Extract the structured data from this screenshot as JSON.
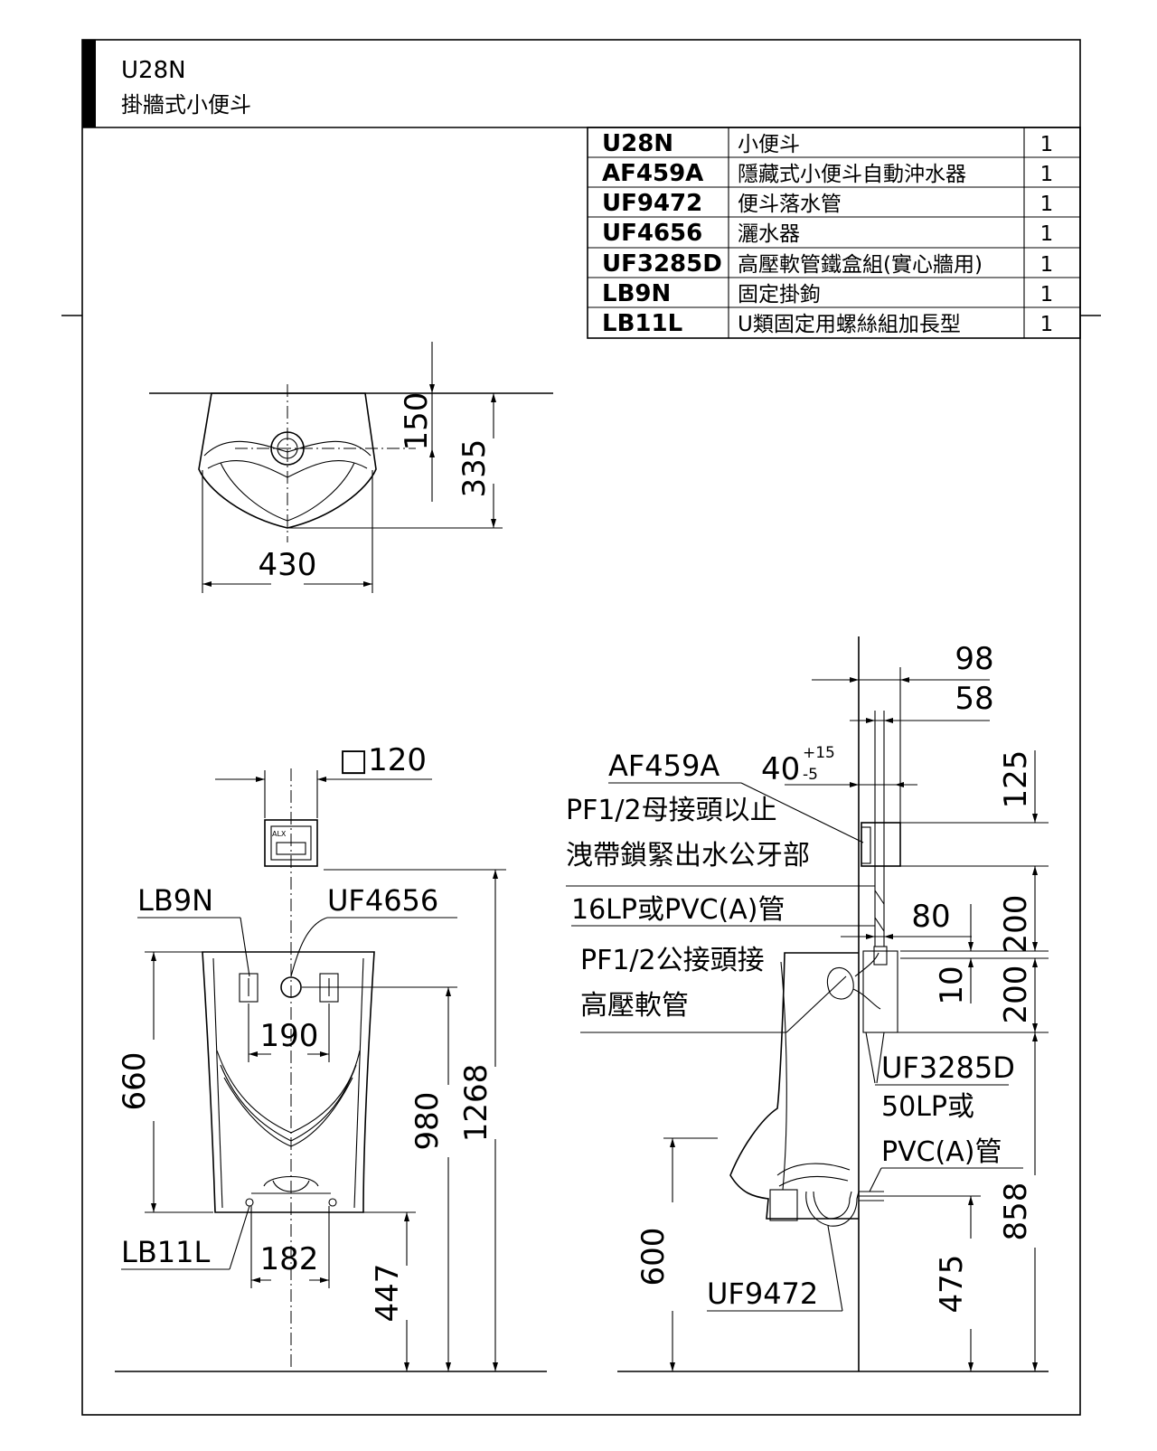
{
  "title_block": {
    "model": "U28N",
    "name": "掛牆式小便斗"
  },
  "parts": [
    {
      "code": "U28N",
      "description": "小便斗",
      "qty": "1"
    },
    {
      "code": "AF459A",
      "description": "隱藏式小便斗自動沖水器",
      "qty": "1"
    },
    {
      "code": "UF9472",
      "description": "便斗落水管",
      "qty": "1"
    },
    {
      "code": "UF4656",
      "description": "灑水器",
      "qty": "1"
    },
    {
      "code": "UF3285D",
      "description": "高壓軟管鐵盒組(實心牆用)",
      "qty": "1"
    },
    {
      "code": "LB9N",
      "description": "固定掛鉤",
      "qty": "1"
    },
    {
      "code": "LB11L",
      "description": "U類固定用螺絲組加長型",
      "qty": "1"
    }
  ],
  "top_view": {
    "d150": "150",
    "d335": "335",
    "d430": "430"
  },
  "front_view": {
    "sensor_size": "□120",
    "lb9n": "LB9N",
    "uf4656": "UF4656",
    "lb11l": "LB11L",
    "d190": "190",
    "d182": "182",
    "d660": "660",
    "d980": "980",
    "d1268": "1268",
    "d447": "447"
  },
  "side_view": {
    "d98": "98",
    "d58": "58",
    "d40": "40",
    "tol_plus": "+15",
    "tol_minus": "-5",
    "af459a": "AF459A",
    "note1_line1": "PF1/2母接頭以止",
    "note1_line2": "洩帶鎖緊出水公牙部",
    "pipe": "16LP或PVC(A)管",
    "note2_line1": "PF1/2公接頭接",
    "note2_line2": "高壓軟管",
    "d80": "80",
    "d125": "125",
    "d200a": "200",
    "d10": "10",
    "d200b": "200",
    "uf3285d": "UF3285D",
    "drain_line1": "50LP或",
    "drain_line2": "PVC(A)管",
    "d600": "600",
    "uf9472": "UF9472",
    "d475": "475",
    "d858": "858"
  }
}
